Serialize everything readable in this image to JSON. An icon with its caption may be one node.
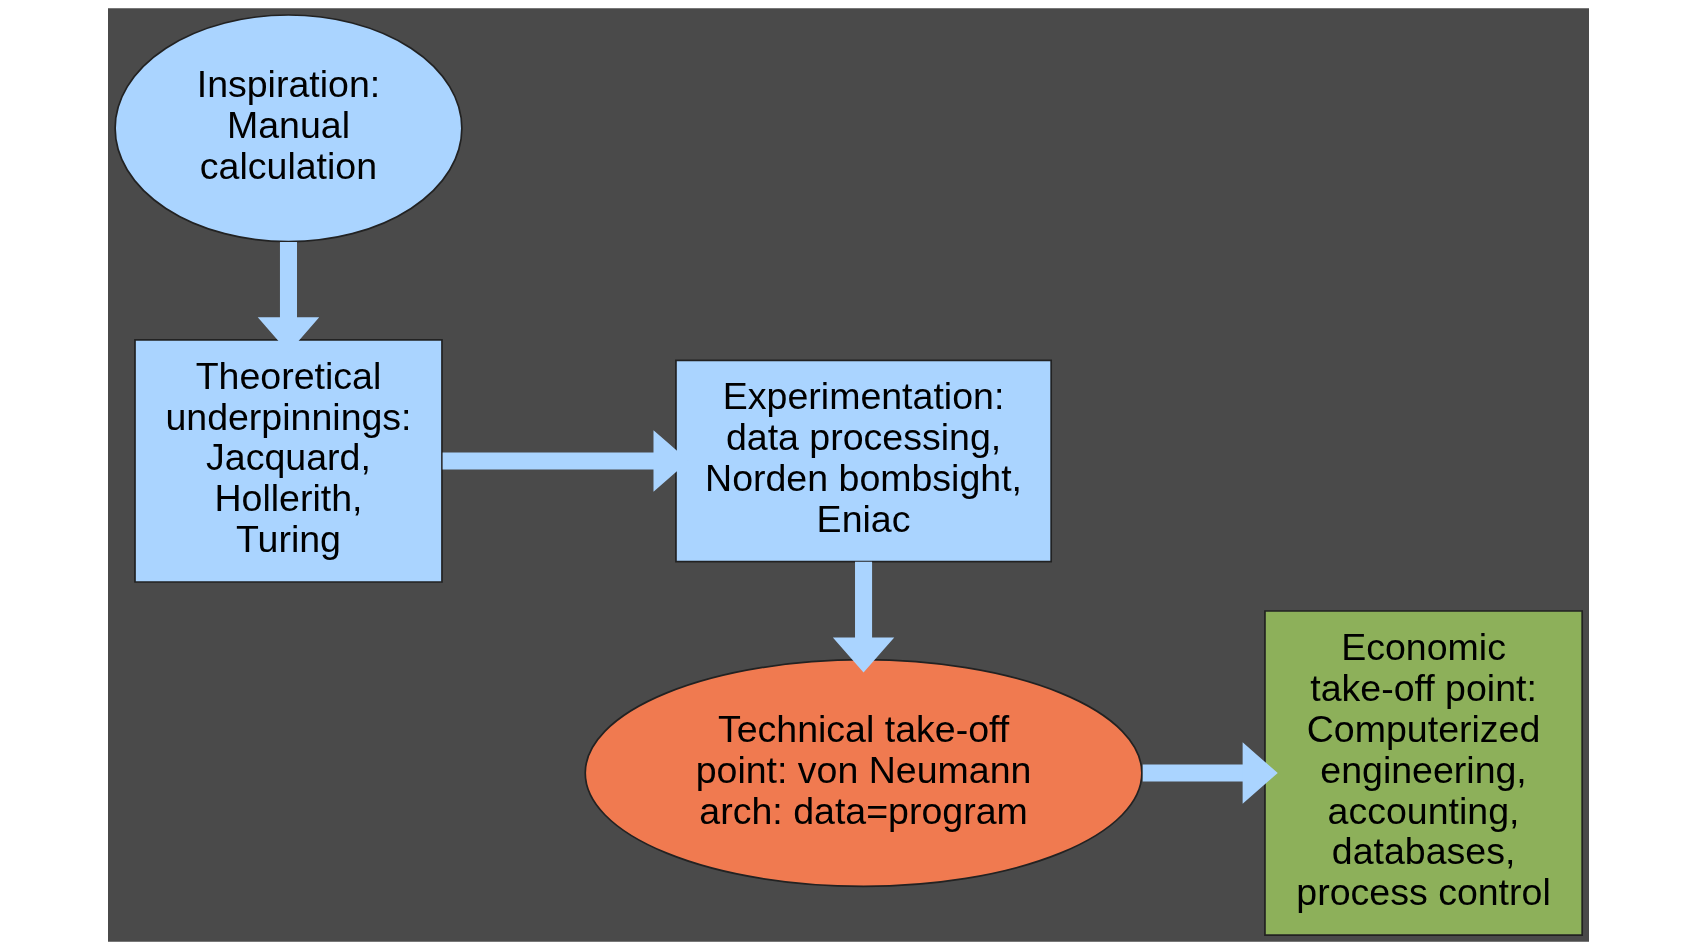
{
  "diagram": {
    "nodes": [
      {
        "text": [
          "Inspiration: Manual calculation"
        ]
      },
      {
        "text": [
          "Theoretical underpinnings: Jacquard, Hollerith, Turing"
        ]
      },
      {
        "text": [
          "Experimentation: data processing, Norden bombsight, Eniac"
        ]
      },
      {
        "text": [
          "Technical take-off point: von Neumann arch: data=program"
        ]
      },
      {
        "text": [
          "Economic take-off point: Computerized engineering, accounting, databases, process control"
        ]
      }
    ],
    "edges": [
      {
        "from": 0,
        "to": 1,
        "arrow": "to"
      },
      {
        "from": 1,
        "to": 2,
        "arrow": "to"
      },
      {
        "from": 2,
        "to": 3,
        "arrow": "to"
      },
      {
        "from": 3,
        "to": 4,
        "arrow": "to"
      }
    ]
  }
}
